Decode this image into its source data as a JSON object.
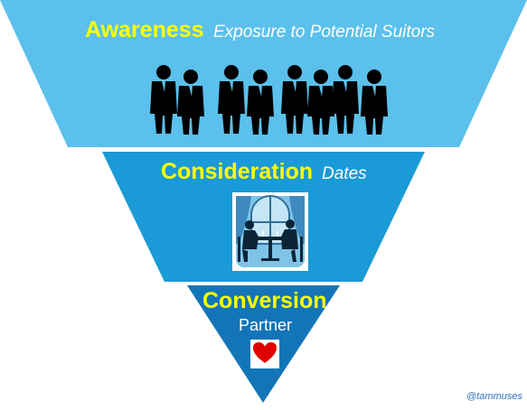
{
  "funnel": {
    "stages": [
      {
        "title": "Awareness",
        "subtitle": "Exposure to Potential Suitors",
        "icon": "suitors-crowd-icon"
      },
      {
        "title": "Consideration",
        "subtitle": "Dates",
        "icon": "dinner-date-icon"
      },
      {
        "title": "Conversion",
        "subtitle": "Partner",
        "icon": "heart-icon"
      }
    ]
  },
  "footer": {
    "handle": "@tammuses"
  },
  "colors": {
    "awareness": "#5bc0eb",
    "consideration": "#1a9ad6",
    "conversion": "#1375b7",
    "title": "#ffff00",
    "subtitle": "#ffffff",
    "heart": "#e00000"
  }
}
